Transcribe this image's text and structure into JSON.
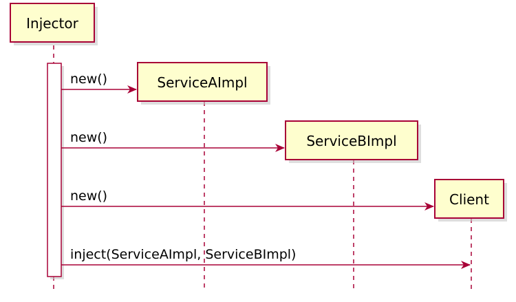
{
  "diagram": {
    "participants": [
      {
        "id": "injector",
        "name": "Injector"
      },
      {
        "id": "service_a",
        "name": "ServiceAImpl"
      },
      {
        "id": "service_b",
        "name": "ServiceBImpl"
      },
      {
        "id": "client",
        "name": "Client"
      }
    ],
    "messages": [
      {
        "from": "injector",
        "to": "service_a",
        "text": "new()"
      },
      {
        "from": "injector",
        "to": "service_b",
        "text": "new()"
      },
      {
        "from": "injector",
        "to": "client",
        "text": "new()"
      },
      {
        "from": "injector",
        "to": "client",
        "text": "inject(ServiceAImpl, ServiceBImpl)"
      }
    ],
    "colors": {
      "box_fill": "#FEFECE",
      "box_border": "#A80036",
      "line": "#A80036",
      "shadow": "#C8C8C8"
    }
  }
}
